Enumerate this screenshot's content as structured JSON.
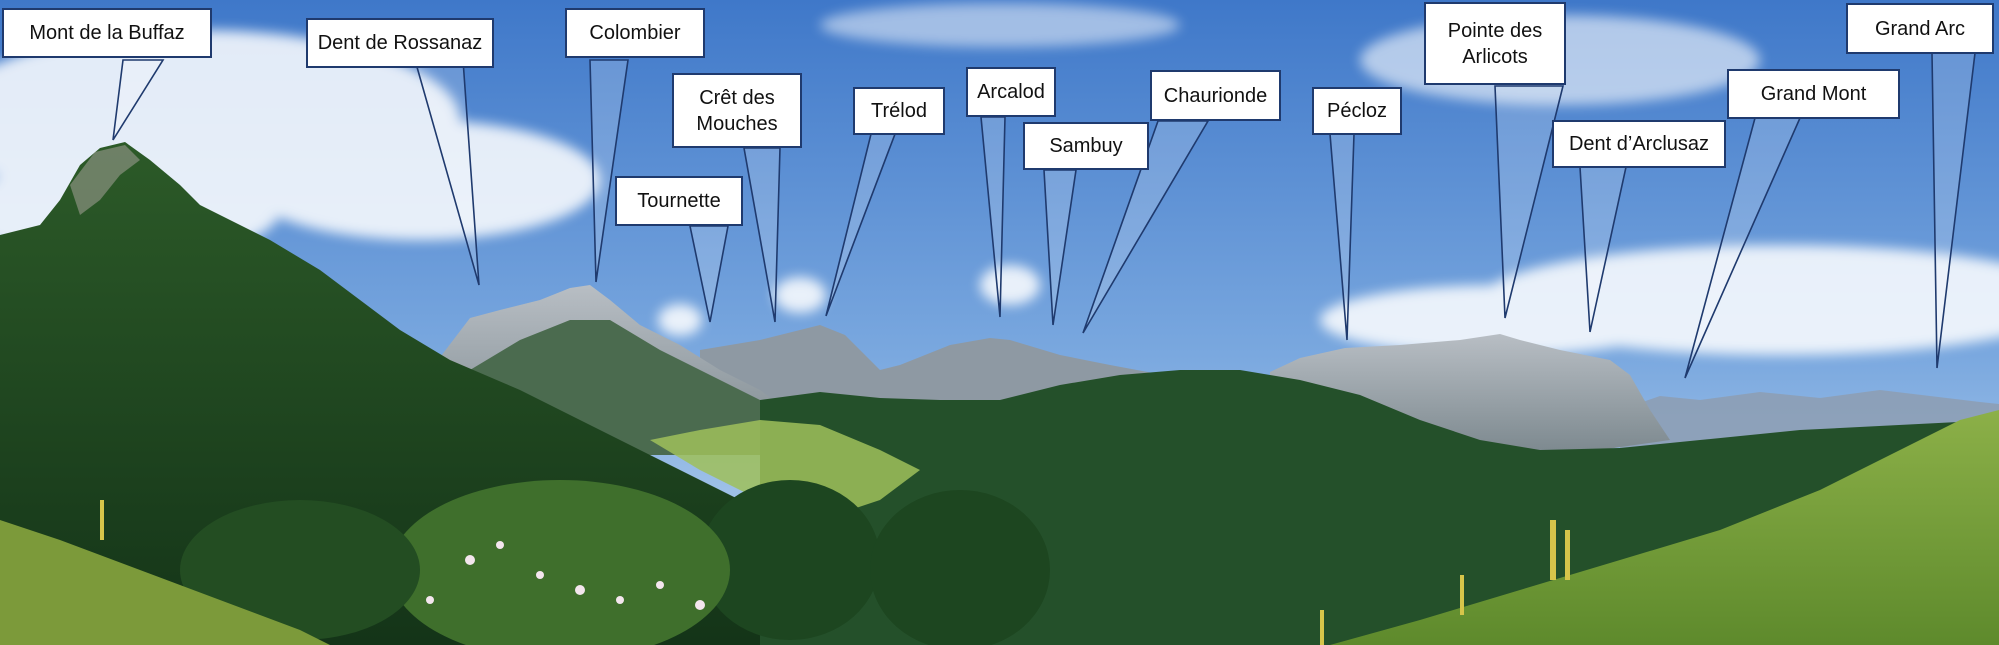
{
  "peaks": [
    {
      "id": "mont-de-la-buffaz",
      "label": "Mont de la Buffaz"
    },
    {
      "id": "dent-de-rossanaz",
      "label": "Dent de Rossanaz"
    },
    {
      "id": "colombier",
      "label": "Colombier"
    },
    {
      "id": "cret-des-mouches",
      "label": "Crêt des\nMouches"
    },
    {
      "id": "tournette",
      "label": "Tournette"
    },
    {
      "id": "trelod",
      "label": "Trélod"
    },
    {
      "id": "arcalod",
      "label": "Arcalod"
    },
    {
      "id": "sambuy",
      "label": "Sambuy"
    },
    {
      "id": "chaurionde",
      "label": "Chaurionde"
    },
    {
      "id": "pecloz",
      "label": "Pécloz"
    },
    {
      "id": "pointe-des-arlicots",
      "label": "Pointe des\nArlicots"
    },
    {
      "id": "dent-d-arclusaz",
      "label": "Dent d’Arclusaz"
    },
    {
      "id": "grand-mont",
      "label": "Grand Mont"
    },
    {
      "id": "grand-arc",
      "label": "Grand Arc"
    }
  ],
  "colors": {
    "sky_top": "#3f78c9",
    "sky_bottom": "#b9d3ee",
    "callout_border": "#1f3a6e",
    "forest_dark": "#173b1c",
    "forest_mid": "#2c5a28",
    "meadow": "#7fa23e",
    "rock": "#9aa3ab",
    "distant_range": "#8d9fb5"
  }
}
